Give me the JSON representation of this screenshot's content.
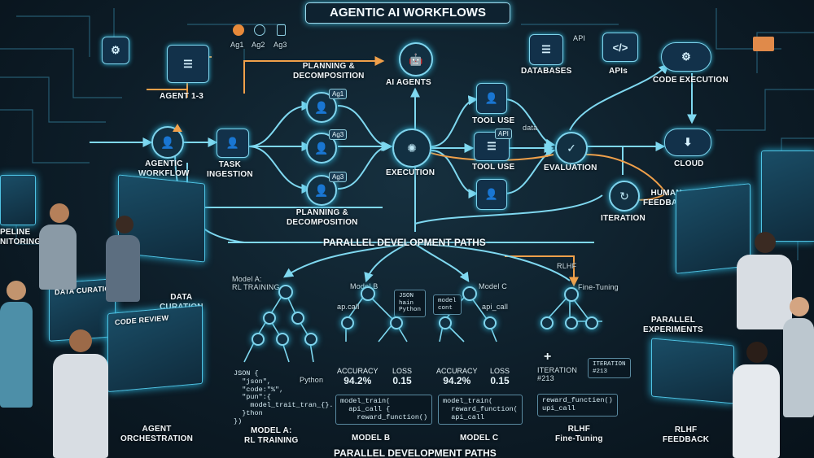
{
  "title": "AGENTIC AI WORKFLOWS",
  "legend": {
    "items": [
      "Ag1",
      "Ag2",
      "Ag3"
    ]
  },
  "nodes": {
    "agent_1_3": "AGENT 1-3",
    "agentic_workflow": "AGENTIC\nWORKFLOW",
    "task_ingestion": "TASK\nINGESTION",
    "planning_top": "PLANNING &\nDECOMPOSITION",
    "planning_bottom": "PLANNING &\nDECOMPOSITION",
    "ai_agents": "AI AGENTS",
    "execution": "EXECUTION",
    "tool_use_top": "TOOL USE",
    "tool_use_mid": "TOOL USE",
    "databases": "DATABASES",
    "apis": "APIs",
    "api_tag": "API",
    "data_tag": "data",
    "evaluation": "EVALUATION",
    "code_execution": "CODE EXECUTION",
    "cloud": "CLOUD",
    "human_feedback": "HUMAN\nFEEDBACK",
    "iteration": "ITERATION",
    "agent_badges": [
      "Ag1",
      "Ag3",
      "Ag3"
    ],
    "tool_api_badge": "API"
  },
  "side_labels": {
    "pipeline_monitoring": "PELINE\nNITORING",
    "data_curation": "DATA\nCURATION",
    "data_curation_screen": "DATA CURATION",
    "code_review_screen": "CODE REVIEW",
    "agent_orchestration": "AGENT\nORCHESTRATION",
    "parallel_experiments": "PARALLEL\nEXPERIMENTS",
    "rlhf_feedback": "RLHF\nFEEDBACK"
  },
  "parallel": {
    "banner_top": "PARALLEL DEVELOPMENT PATHS",
    "banner_bottom": "PARALLEL DEVELOPMENT PATHS"
  },
  "model_a": {
    "title": "Model A:\nRL TRAINING",
    "footer": "MODEL A:\nRL TRAINING",
    "code": "JSON {\n  \"json\",\n  \"code:\"%\",\n  \"pun\":{\n    model_trait_tran_{}.\n  }thon\n})",
    "python_tag": "Python"
  },
  "model_b": {
    "title": "Model B",
    "footer": "MODEL B",
    "tag_left": "ap.call",
    "tag_json": "JSON\nhain\nPython",
    "accuracy_label": "ACCURACY",
    "accuracy_value": "94.2%",
    "loss_label": "LOSS",
    "loss_value": "0.15",
    "code": "model_train(\n  api_call {\n    reward_function()"
  },
  "model_c": {
    "title": "Model C",
    "footer": "MODEL C",
    "tag_model": "model\ncont",
    "tag_api": "api_call",
    "accuracy_label": "ACCURACY",
    "accuracy_value": "94.2%",
    "loss_label": "LOSS",
    "loss_value": "0.15",
    "code": "model_train(\n  reward_function(\n  api_call"
  },
  "rlhf": {
    "title_top": "RLHF",
    "title_ft": "Fine-Tuning",
    "iteration_left": "ITERATION\n#213",
    "iteration_right": "ITERATION\n#213",
    "footer": "RLHF\nFine-Tuning",
    "code": "reward_functien()\nupi_call\n"
  },
  "colors": {
    "accent": "#4fd0f0",
    "orange": "#f0a04a",
    "panel": "#12314a",
    "background": "#0c1a24"
  }
}
